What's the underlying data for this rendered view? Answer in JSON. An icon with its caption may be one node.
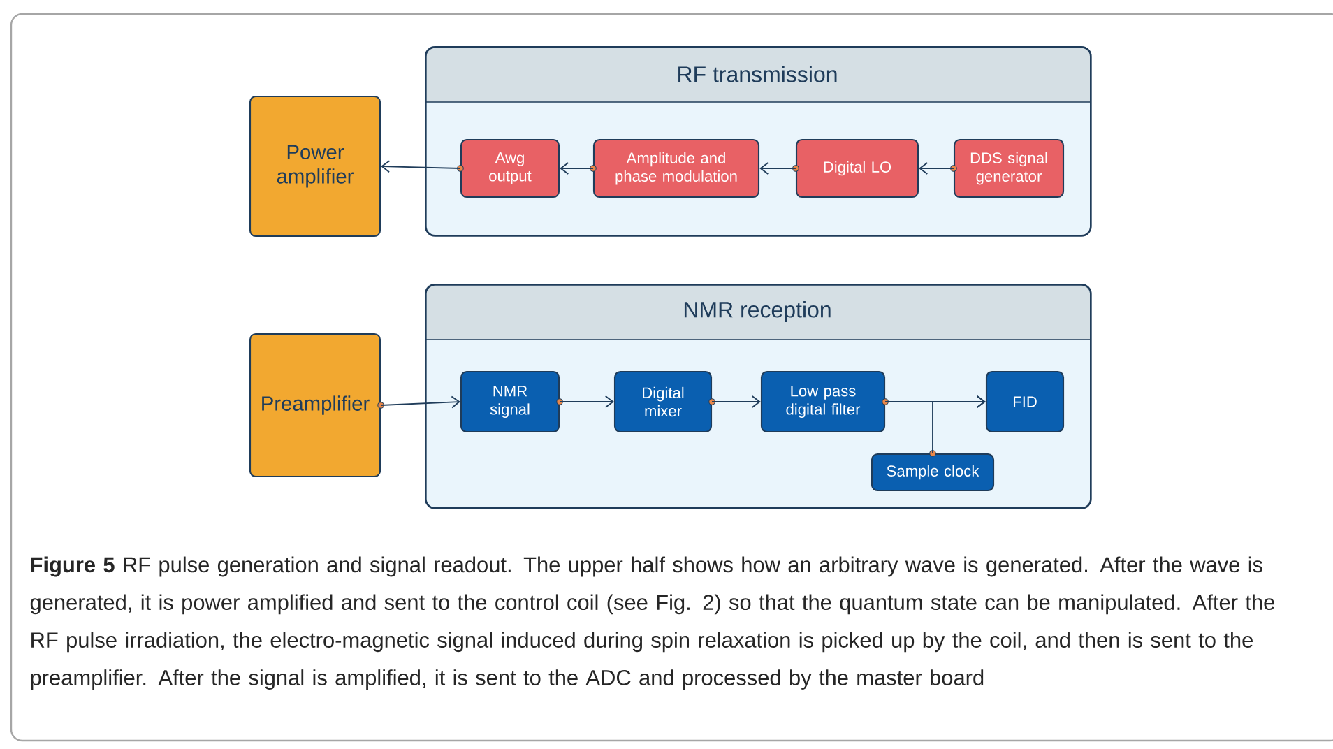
{
  "diagram": {
    "caption": "**Figure 5**  RF pulse generation and signal readout. The upper half shows how an arbitrary wave is generated. After the wave is generated, it is power amplified and sent to the control coil (see Fig. 2) so that the quantum state can be manipulated. After the RF pulse irradiation, the electro-magnetic signal induced during spin relaxation is picked up by the coil, and then is sent to the preamplifier. After the signal is amplified, it is sent to the ADC and processed by the master board",
    "nodes": [
      {
        "text": [
          "Power amplifier"
        ]
      },
      {
        "text": [
          "RF transmission"
        ]
      },
      {
        "text": [
          "Awg output"
        ],
        "in": 1
      },
      {
        "text": [
          "Amplitude and phase modulation"
        ],
        "in": 1
      },
      {
        "text": [
          "Digital LO"
        ],
        "in": 1
      },
      {
        "text": [
          "DDS signal generator"
        ],
        "in": 1
      },
      {
        "text": [
          "Preamplifier"
        ]
      },
      {
        "text": [
          "NMR reception"
        ]
      },
      {
        "text": [
          "NMR signal"
        ],
        "in": 7
      },
      {
        "text": [
          "Digital mixer"
        ],
        "in": 7
      },
      {
        "text": [
          "Low pass digital filter"
        ],
        "in": 7
      },
      {
        "text": [
          "FID"
        ],
        "in": 7
      },
      {
        "text": [
          "Sample clock"
        ],
        "in": 7
      }
    ],
    "edges": [
      {
        "from": 5,
        "to": 4,
        "arrow": "to"
      },
      {
        "from": 4,
        "to": 3,
        "arrow": "to"
      },
      {
        "from": 3,
        "to": 2,
        "arrow": "to"
      },
      {
        "from": 2,
        "to": 0,
        "arrow": "to"
      },
      {
        "from": 6,
        "to": 8,
        "arrow": "to"
      },
      {
        "from": 8,
        "to": 9,
        "arrow": "to"
      },
      {
        "from": 9,
        "to": 10,
        "arrow": "to"
      },
      {
        "from": 10,
        "to": 11,
        "arrow": "to"
      },
      {
        "from": 12,
        "to": 11,
        "arrow": "to"
      }
    ]
  }
}
